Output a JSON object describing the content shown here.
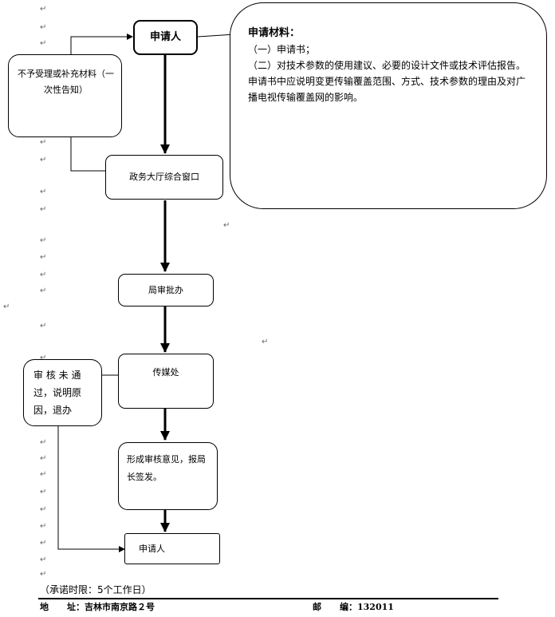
{
  "nodes": {
    "applicant_top": "申请人",
    "materials": {
      "title": "申请材料：",
      "item1": "（一）申请书；",
      "item2": "（二）对技术参数的使用建议、必要的设计文件或技术评估报告。申请书中应说明变更传输覆盖范围、方式、技术参数的理由及对广播电视传输覆盖网的影响。"
    },
    "reject_left": "不予受理或补充材料（一次性告知）",
    "service_window": "政务大厅综合窗口",
    "bureau_approval": "局审批办",
    "media_office": "传媒处",
    "review_failed": "审 核 未 通 过，说明原因，退办",
    "form_opinion": "形成审核意见，报局长签发。",
    "applicant_bottom": "申请人"
  },
  "footer": {
    "time_limit": "（承诺时限：5个工作日）",
    "address": "地      址：吉林市南京路２号",
    "postcode": "邮      编：132011"
  },
  "return_mark": "↵"
}
